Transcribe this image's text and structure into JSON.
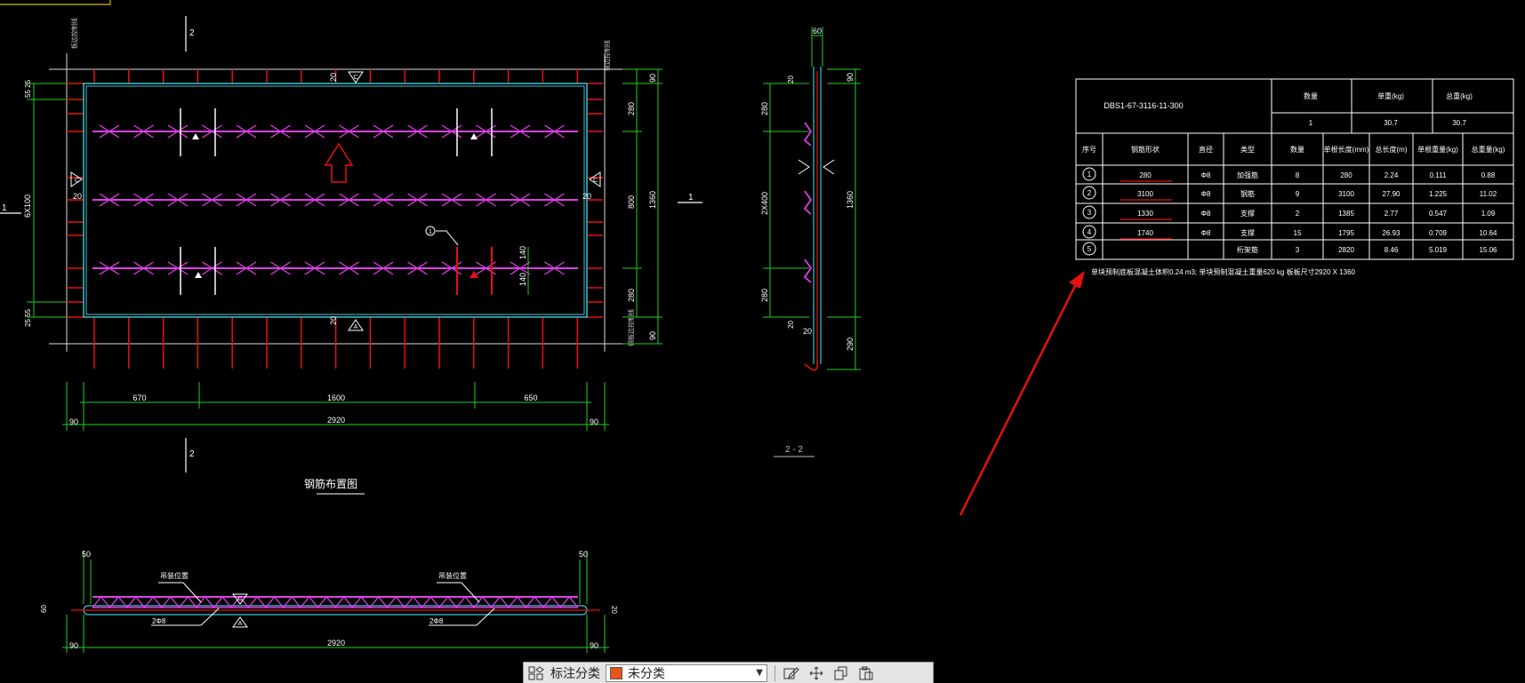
{
  "drawing": {
    "plan": {
      "title": "钢筋布置图",
      "section_mark_left": "1",
      "section_mark_right": "1",
      "section_mark_top": "2",
      "section_mark_bottom": "2",
      "dims_top_right": "90",
      "dims_right": [
        "280",
        "800",
        "280"
      ],
      "dim_right_total": "1360",
      "dims_right_bottom": "90",
      "dims_left_top": "55 25",
      "dims_left_bottom": "25 55",
      "dim_left_span": "6X100",
      "dims_bottom": [
        "670",
        "1600",
        "650"
      ],
      "dims_bottom_total": "2920",
      "dims_bottom_ends": [
        "90",
        "90"
      ],
      "dim_left_small": "20",
      "dim_right_small": "20",
      "dim_top_small": "20",
      "dim_bottom_small": "20",
      "small_dims_hook": [
        "140",
        "140"
      ],
      "callout_1": "1",
      "side_note_left": "板边控制线",
      "side_note_right": "板边控制线",
      "side_note_right_bottom": "钢板边控制线",
      "marker_c": "C",
      "marker_a": "A",
      "marker_b": "B"
    },
    "section22": {
      "title": "2 - 2",
      "dim_top": "60",
      "dims_left": [
        "280",
        "2X400",
        "280"
      ],
      "dim_left_small_top": "20",
      "dim_left_small_bottom": "20",
      "dims_right": [
        "90",
        "1360",
        "290"
      ],
      "dim_bottom_small": "20"
    },
    "section11": {
      "dims_top": [
        "50",
        "50"
      ],
      "dim_left": "60",
      "dim_right": "20",
      "dims_bottom": [
        "90",
        "2920",
        "90"
      ],
      "label_left": "吊装位置",
      "label_right": "吊装位置",
      "rebar_left": "2Φ8",
      "rebar_right": "2Φ8",
      "marker_a": "A",
      "marker_c": "C"
    },
    "table": {
      "code": "DBS1-67-3116-11-300",
      "header_top": [
        "数量",
        "单重(kg)",
        "总重(kg)"
      ],
      "row_top": [
        "1",
        "30.7",
        "30.7"
      ],
      "headers": [
        "序号",
        "钢筋形状",
        "直径",
        "类型",
        "数量",
        "单根长度(mm)",
        "总长度(m)",
        "单根重量(kg)",
        "总重量(kg)"
      ],
      "rows": [
        {
          "no": "1",
          "shape": "280",
          "dia": "Φ8",
          "type": "加强筋",
          "qty": "8",
          "len": "280",
          "total_len": "2.24",
          "unit_w": "0.111",
          "total_w": "0.88"
        },
        {
          "no": "2",
          "shape": "3100",
          "dia": "Φ8",
          "type": "钢筋",
          "qty": "9",
          "len": "3100",
          "total_len": "27.90",
          "unit_w": "1.225",
          "total_w": "11.02"
        },
        {
          "no": "3",
          "shape": "1330",
          "dia": "Φ8",
          "type": "支撑",
          "qty": "2",
          "len": "1385",
          "total_len": "2.77",
          "unit_w": "0.547",
          "total_w": "1.09"
        },
        {
          "no": "4",
          "shape": "1740",
          "dia": "Φ8",
          "type": "支撑",
          "qty": "15",
          "len": "1795",
          "total_len": "26.93",
          "unit_w": "0.709",
          "total_w": "10.64"
        },
        {
          "no": "5",
          "shape": "",
          "dia": "",
          "type": "桁架筋",
          "qty": "3",
          "len": "2820",
          "total_len": "8.46",
          "unit_w": "5.019",
          "total_w": "15.06"
        }
      ],
      "note": "单块预制底板混凝土体积0.24 m3;   单块预制混凝土重量620 kg     板板尺寸2920 X 1360"
    }
  },
  "toolbar": {
    "category_label": "标注分类",
    "selected_category": "未分类",
    "selected_color": "#e8541a"
  },
  "colors": {
    "cyan": "#36c6d6",
    "green": "#1fd11f",
    "red": "#e81010",
    "magenta": "#e03ee8",
    "white": "#ffffff",
    "yellow": "#d0c010"
  }
}
